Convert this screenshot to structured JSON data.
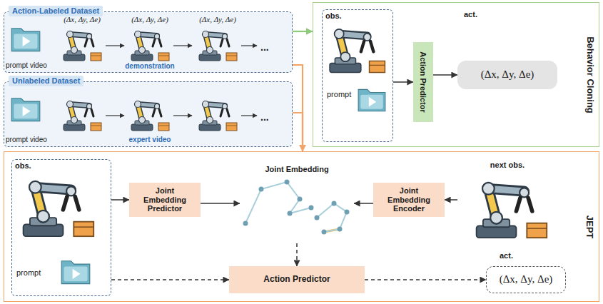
{
  "diagram": {
    "nodes": [
      {
        "text": [
          "Action-Labeled Dataset"
        ]
      },
      {
        "text": [
          "Unlabeled Dataset"
        ]
      },
      {
        "text": [
          "Behavior Cloning"
        ]
      },
      {
        "text": [
          "obs.",
          "prompt"
        ],
        "in": 2
      },
      {
        "text": [
          "Action Predictor"
        ],
        "in": 2
      },
      {
        "text": [
          "(Δx, Δy, Δe)"
        ],
        "in": 2
      },
      {
        "text": [
          "JEPT"
        ]
      },
      {
        "text": [
          "obs.",
          "prompt"
        ],
        "in": 6
      },
      {
        "text": [
          "Joint Embedding Predictor"
        ],
        "in": 6
      },
      {
        "text": [
          "Joint Embedding"
        ],
        "in": 6
      },
      {
        "text": [
          "next obs."
        ],
        "in": 6
      },
      {
        "text": [
          "Joint Embedding Encoder"
        ],
        "in": 6
      },
      {
        "text": [
          "Action Predictor"
        ],
        "in": 6
      },
      {
        "text": [
          "(Δx, Δy, Δe)"
        ],
        "in": 6
      }
    ],
    "edges": [
      {
        "from": 0,
        "to": 2,
        "arrow": "to"
      },
      {
        "from": 0,
        "to": 6,
        "arrow": "to"
      },
      {
        "from": 1,
        "to": 6,
        "arrow": "to"
      },
      {
        "from": 3,
        "to": 4,
        "arrow": "to"
      },
      {
        "from": 4,
        "to": 5,
        "arrow": "to"
      },
      {
        "from": 7,
        "to": 8,
        "arrow": "to"
      },
      {
        "from": 8,
        "to": 9,
        "arrow": "to"
      },
      {
        "from": 10,
        "to": 11,
        "arrow": "to"
      },
      {
        "from": 11,
        "to": 9,
        "arrow": "to"
      },
      {
        "from": 9,
        "to": 12,
        "arrow": "to"
      },
      {
        "from": 7,
        "to": 12,
        "arrow": "to"
      },
      {
        "from": 12,
        "to": 13,
        "arrow": "to"
      }
    ],
    "labels": [
      "(Δx, Δy, Δe)",
      "(Δx, Δy, Δe)",
      "(Δx, Δy, Δe)",
      "prompt video",
      "demonstration",
      "...",
      "prompt video",
      "expert video",
      "...",
      "act.",
      "act."
    ]
  }
}
